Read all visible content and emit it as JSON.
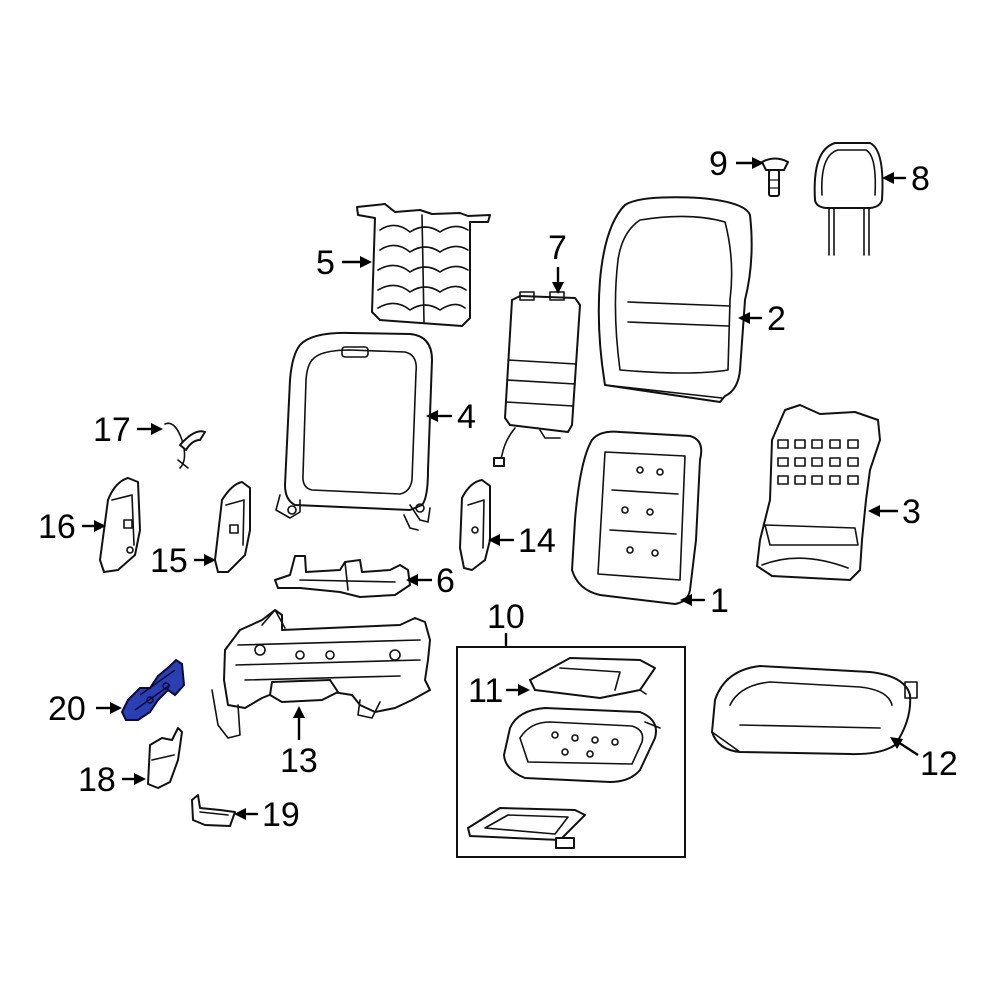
{
  "highlight_color": "#2b3fb3",
  "callouts": {
    "c1": "1",
    "c2": "2",
    "c3": "3",
    "c4": "4",
    "c5": "5",
    "c6": "6",
    "c7": "7",
    "c8": "8",
    "c9": "9",
    "c10": "10",
    "c11": "11",
    "c12": "12",
    "c13": "13",
    "c14": "14",
    "c15": "15",
    "c16": "16",
    "c17": "17",
    "c18": "18",
    "c19": "19",
    "c20": "20"
  },
  "highlighted_part": "20"
}
